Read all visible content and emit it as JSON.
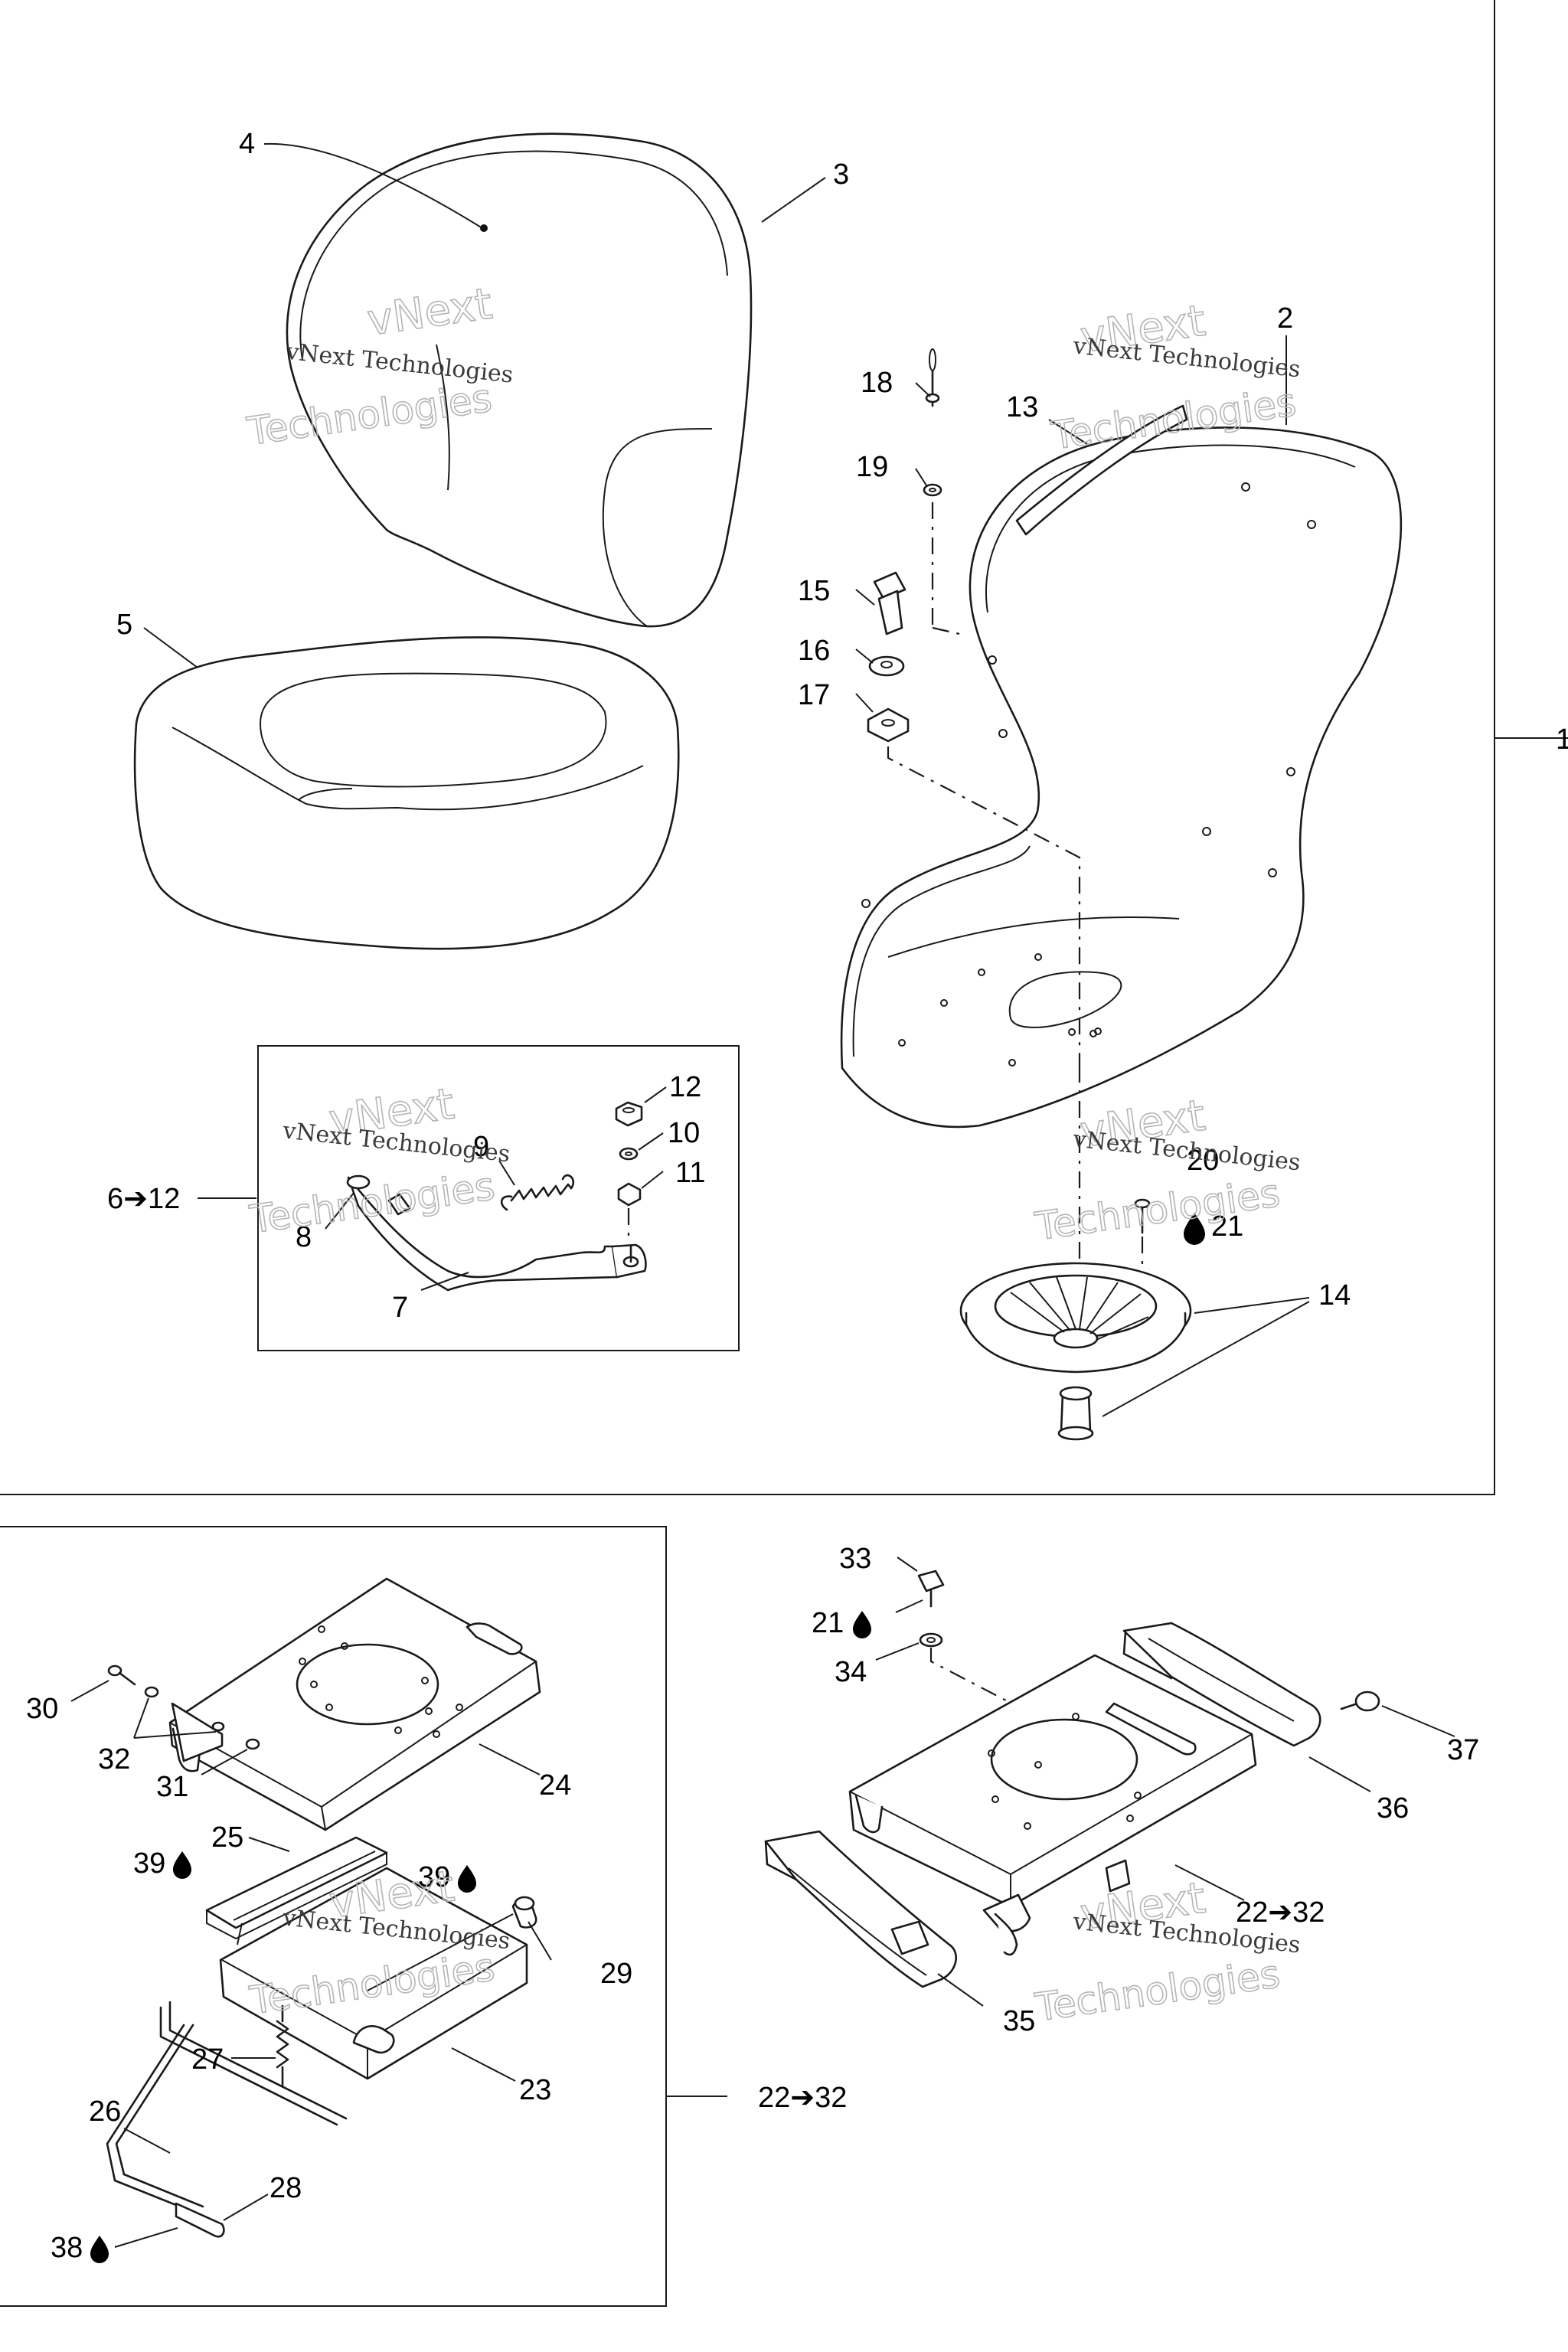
{
  "diagram": {
    "watermark": {
      "line1": "vNext Technologies",
      "outline_word1": "vNext",
      "outline_word2": "Technologies"
    },
    "callouts": {
      "c1": "1",
      "c2": "2",
      "c3": "3",
      "c4": "4",
      "c5": "5",
      "c6_12": "6➔12",
      "c7": "7",
      "c8": "8",
      "c9": "9",
      "c10": "10",
      "c11": "11",
      "c12": "12",
      "c13": "13",
      "c14": "14",
      "c15": "15",
      "c16": "16",
      "c17": "17",
      "c18": "18",
      "c19": "19",
      "c20": "20",
      "c21": "21",
      "c21_drop": "21",
      "c22_32_right": "22➔32",
      "c22_32_bottom": "22➔32",
      "c23": "23",
      "c24": "24",
      "c25": "25",
      "c26": "26",
      "c27": "27",
      "c28": "28",
      "c29": "29",
      "c30": "30",
      "c31": "31",
      "c32": "32",
      "c33": "33",
      "c34": "34",
      "c35": "35",
      "c36": "36",
      "c37": "37",
      "c38": "38",
      "c39a": "39",
      "c39b": "39"
    },
    "icons": {
      "drop": "drop-icon",
      "arrow": "arrow-right-icon"
    }
  }
}
